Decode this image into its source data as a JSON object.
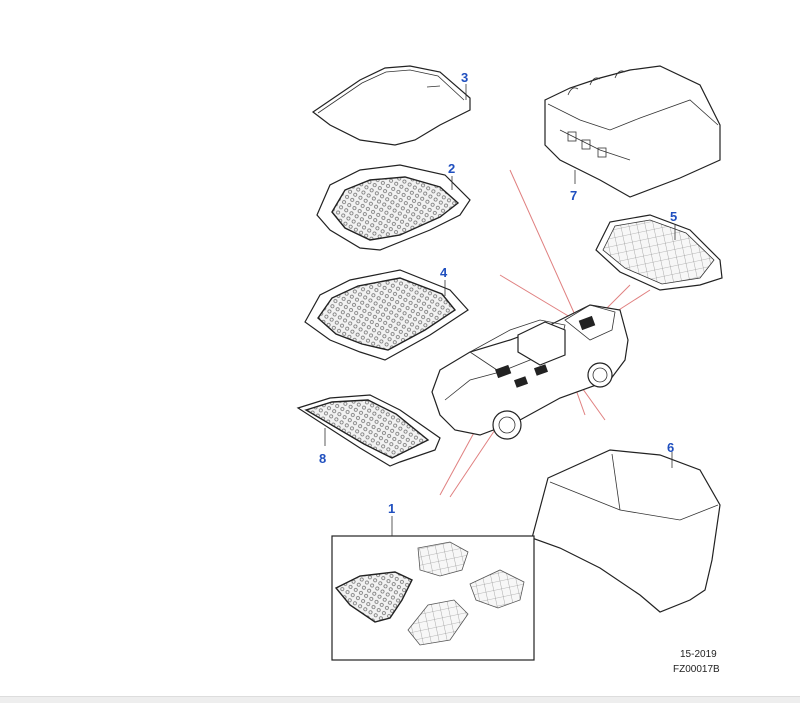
{
  "callouts": {
    "c1": "1",
    "c2": "2",
    "c3": "3",
    "c4": "4",
    "c5": "5",
    "c6": "6",
    "c7": "7",
    "c8": "8"
  },
  "reference": {
    "year": "15-2019",
    "code": "FZ00017B"
  },
  "colors": {
    "callout": "#1f4fbf",
    "highlight_lines": "#e08080",
    "outline": "#222222"
  }
}
